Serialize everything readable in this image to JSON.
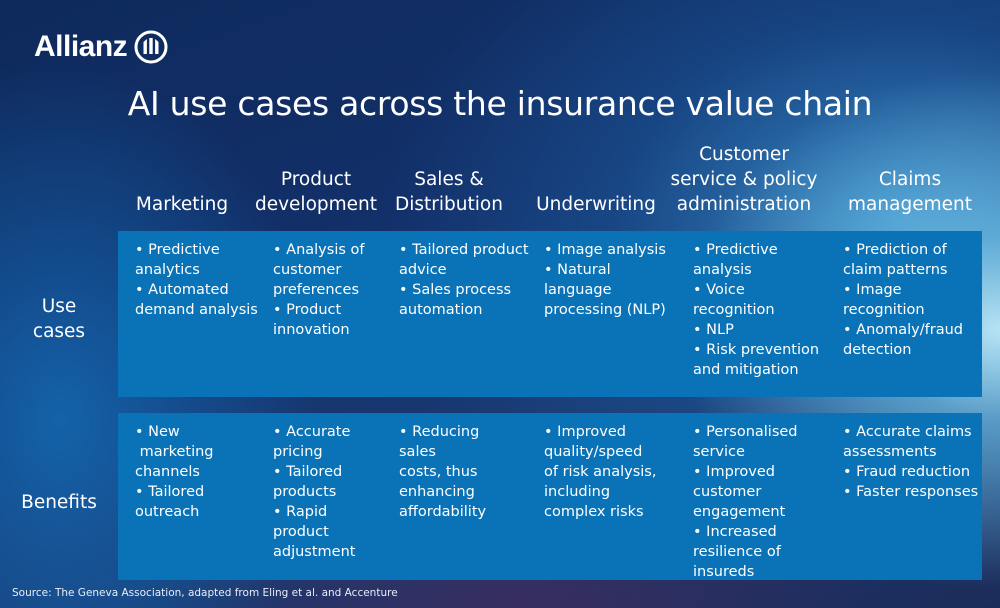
{
  "brand": {
    "name": "Allianz",
    "logo_icon": "allianz-eagle-pillars-icon"
  },
  "title": "AI use cases across the insurance value chain",
  "columns": [
    {
      "id": "marketing",
      "lines": [
        "Marketing"
      ]
    },
    {
      "id": "product",
      "lines": [
        "Product",
        "development"
      ]
    },
    {
      "id": "sales",
      "lines": [
        "Sales &",
        "Distribution"
      ]
    },
    {
      "id": "underwriting",
      "lines": [
        "Underwriting"
      ]
    },
    {
      "id": "customer",
      "lines": [
        "Customer",
        "service & policy",
        "administration"
      ]
    },
    {
      "id": "claims",
      "lines": [
        "Claims",
        "management"
      ]
    }
  ],
  "rows": [
    {
      "id": "use-cases",
      "label_lines": [
        "Use",
        "cases"
      ],
      "cells": [
        [
          "• Predictive",
          "analytics",
          "• Automated",
          "demand analysis"
        ],
        [
          "• Analysis of",
          "customer",
          "preferences",
          "• Product",
          "innovation"
        ],
        [
          "• Tailored product",
          "advice",
          "• Sales process",
          "automation"
        ],
        [
          "• Image analysis",
          "• Natural",
          "language",
          "processing (NLP)"
        ],
        [
          "• Predictive",
          "analysis",
          "• Voice",
          "recognition",
          "• NLP",
          "• Risk prevention",
          "and mitigation"
        ],
        [
          "• Prediction of",
          "claim patterns",
          "• Image",
          "recognition",
          "• Anomaly/fraud",
          "detection"
        ]
      ]
    },
    {
      "id": "benefits",
      "label_lines": [
        "Benefits"
      ],
      "cells": [
        [
          "• New",
          " marketing",
          "channels",
          "• Tailored",
          "outreach"
        ],
        [
          "• Accurate",
          "pricing",
          "• Tailored",
          "products",
          "• Rapid",
          "product",
          "adjustment"
        ],
        [
          "• Reducing",
          "sales",
          "costs, thus",
          "enhancing",
          "affordability"
        ],
        [
          "• Improved",
          "quality/speed",
          "of risk analysis,",
          "including",
          "complex risks"
        ],
        [
          "• Personalised",
          "service",
          "• Improved",
          "customer",
          "engagement",
          "• Increased",
          "resilience of",
          "insureds"
        ],
        [
          "• Accurate claims",
          "assessments",
          "• Fraud reduction",
          "• Faster responses"
        ]
      ]
    }
  ],
  "source": "Source: The Geneva Association, adapted from Eling et al. and Accenture",
  "colors": {
    "panel": "#0a73b8",
    "background_dark": "#13306a",
    "glow": "#bfe9f7",
    "text": "#ffffff"
  }
}
